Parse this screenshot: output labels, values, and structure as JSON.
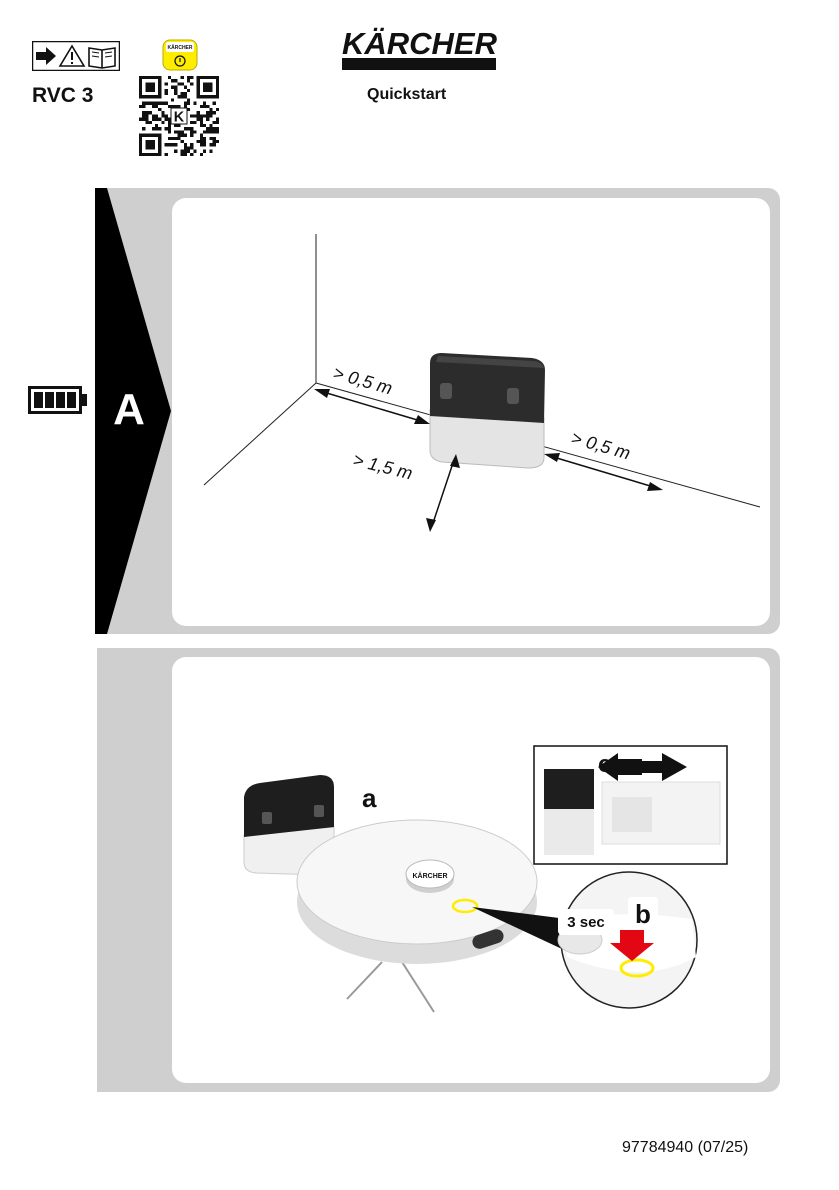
{
  "header": {
    "model": "RVC 3",
    "brand": "KÄRCHER",
    "subtitle": "Quickstart",
    "app_badge_brand": "KÄRCHER"
  },
  "panel_a": {
    "step_letter": "A",
    "dist_left": "> 0,5 m",
    "dist_front": "> 1,5 m",
    "dist_right": "> 0,5 m"
  },
  "panel_b": {
    "label_a": "a",
    "label_b": "b",
    "label_c": "c",
    "press_time": "3 sec",
    "robot_brand": "KÄRCHER"
  },
  "footer": {
    "doc_number": "97784940 (07/25)"
  },
  "icons": [
    "arrow-right-icon",
    "warning-icon",
    "manual-book-icon",
    "battery-full-icon",
    "qr-code-icon",
    "app-icon"
  ],
  "colors": {
    "brand_yellow": "#ffed00",
    "press_arrow_red": "#e30613",
    "panel_gray": "#cfcfcf",
    "step_black": "#000000"
  }
}
